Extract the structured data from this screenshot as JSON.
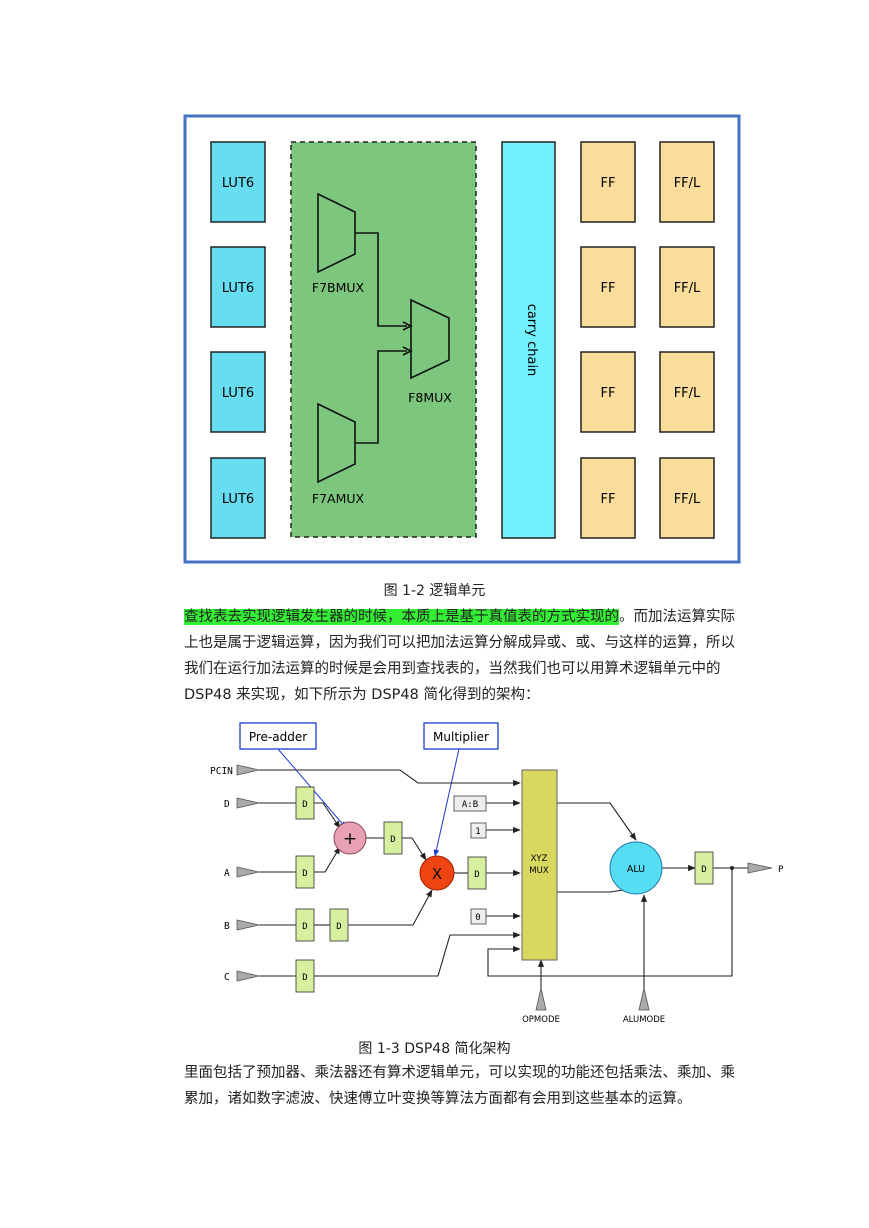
{
  "figure1": {
    "lut_label": "LUT6",
    "f7bmux_label": "F7BMUX",
    "f8mux_label": "F8MUX",
    "f7amux_label": "F7AMUX",
    "carry_chain_label": "carry chain",
    "ff_label": "FF",
    "ffl_label": "FF/L",
    "colors": {
      "border": "#4472c4",
      "lut": "#66ddf0",
      "mux_region": "#7dc67e",
      "carry": "#72f0fb",
      "ff": "#fadd9a"
    }
  },
  "caption1": "图 1-2  逻辑单元",
  "paragraph1": {
    "highlighted": "查找表去实现逻辑发生器的时候，本质上是基于真值表的方式实现的",
    "rest": "。而加法运算实际上也是属于逻辑运算，因为我们可以把加法运算分解成异或、或、与这样的运算，所以我们在运行加法运算的时候是会用到查找表的，当然我们也可以用算术逻辑单元中的 DSP48 来实现，如下所示为 DSP48 简化得到的架构："
  },
  "figure2": {
    "pre_adder_label": "Pre-adder",
    "multiplier_label": "Multiplier",
    "inputs": [
      "PCIN",
      "D",
      "A",
      "B",
      "C"
    ],
    "register_label": "D",
    "adder_symbol": "+",
    "multiplier_symbol": "X",
    "mux_inputs": [
      "A:B",
      "1",
      "0"
    ],
    "xyz_mux_line1": "XYZ",
    "xyz_mux_line2": "MUX",
    "alu_label": "ALU",
    "output_label": "P",
    "opmode_label": "OPMODE",
    "alumode_label": "ALUMODE",
    "colors": {
      "register": "#d7f0a0",
      "adder": "#e8a0b4",
      "multiplier": "#ee4411",
      "xyz_mux": "#d8d860",
      "alu": "#55ddf5",
      "callout_border": "#1a3ccc"
    }
  },
  "caption2": "图 1-3 DSP48 简化架构",
  "paragraph2": "里面包括了预加器、乘法器还有算术逻辑单元，可以实现的功能还包括乘法、乘加、乘累加，诸如数字滤波、快速傅立叶变换等算法方面都有会用到这些基本的运算。"
}
